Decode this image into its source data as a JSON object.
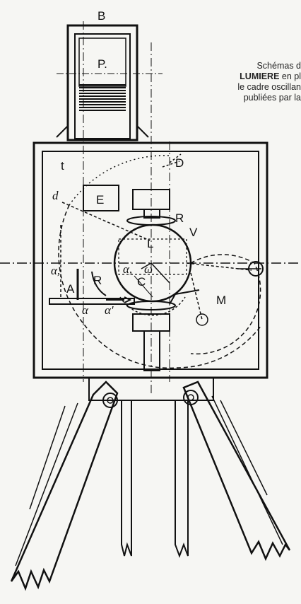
{
  "caption": {
    "line1": "Schémas d",
    "line2_bold": "LUMIERE",
    "line2_rest": " en pl",
    "line3": "le cadre oscillan",
    "line4": "publiées par la"
  },
  "labels": {
    "B": "B",
    "P": "P.",
    "D": "D",
    "t": "t",
    "d": "d",
    "E": "E",
    "R_top": "R",
    "V": "V",
    "L": "L",
    "alpha1": "α,",
    "R_left": "R",
    "alpha_c": "α,",
    "C": "C",
    "omega": "ω",
    "A": "A",
    "M": "M",
    "alpha_bottom": "α",
    "alpha_prime": "α'"
  },
  "colors": {
    "ink": "#111111",
    "paper": "#f6f6f3"
  }
}
